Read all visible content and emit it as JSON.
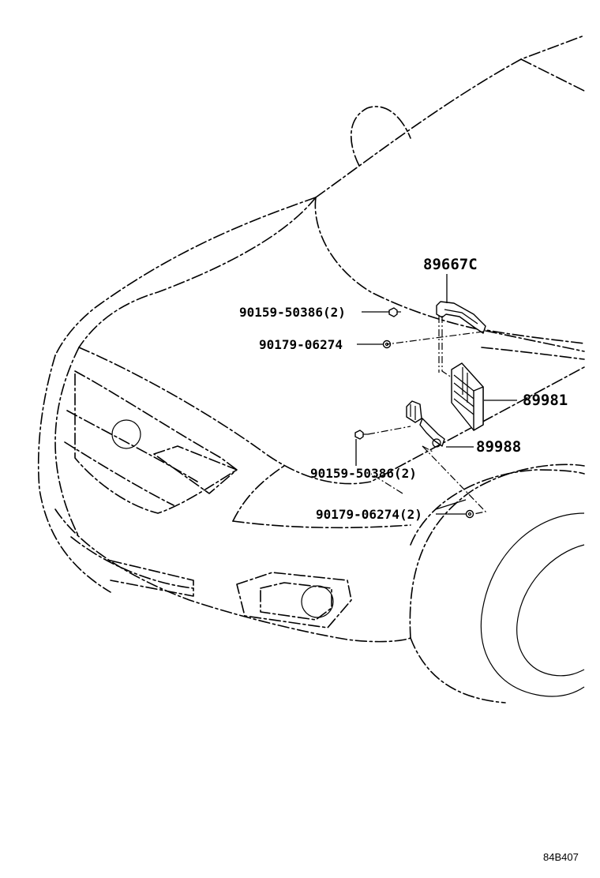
{
  "callouts": {
    "part_89667c": "89667C",
    "part_90159_top": "90159-50386(2)",
    "part_90179_top": "90179-06274",
    "part_89981": "89981",
    "part_89988": "89988",
    "part_90159_mid": "90159-50386(2)",
    "part_90179_mid": "90179-06274(2)"
  },
  "diagram_code": "84B407"
}
